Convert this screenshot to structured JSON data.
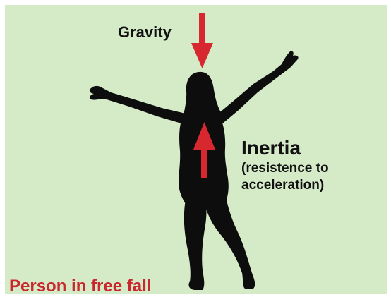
{
  "gravity_label": "Gravity",
  "inertia_label": "Inertia",
  "inertia_note_line1": "(resistence to",
  "inertia_note_line2": "acceleration)",
  "caption": "Person in free fall",
  "colors": {
    "background": "#d5ebc8",
    "arrow": "#d7282f",
    "silhouette": "#0d0d0d",
    "caption": "#c8282d"
  },
  "icons": {
    "gravity_arrow": "arrow-down-icon",
    "inertia_arrow": "arrow-up-icon",
    "figure": "person-silhouette-icon"
  }
}
